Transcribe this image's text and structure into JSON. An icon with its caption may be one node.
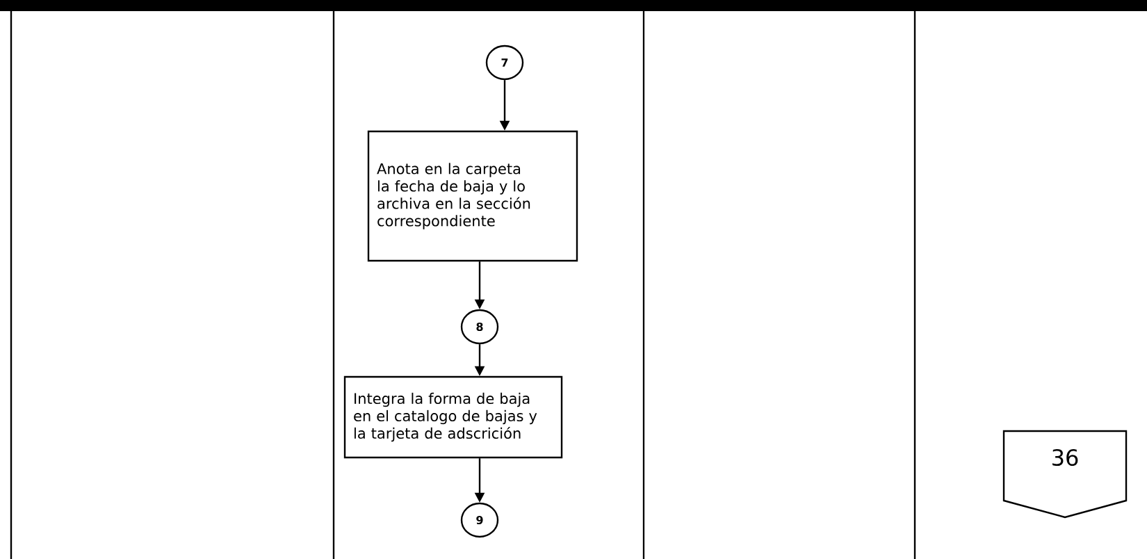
{
  "diagram": {
    "nodes": [
      {
        "text": [
          "7"
        ]
      },
      {
        "text": [
          "Anota en la carpeta la fecha de baja y lo archiva en la sección correspondiente"
        ]
      },
      {
        "text": [
          "8"
        ]
      },
      {
        "text": [
          "Integra la forma de baja en el catalogo de bajas y la tarjeta de adscrición"
        ]
      },
      {
        "text": [
          "9"
        ]
      },
      {
        "text": [
          "36"
        ]
      }
    ],
    "edges": [
      {
        "from": 0,
        "to": 1,
        "arrow": "to"
      },
      {
        "from": 1,
        "to": 2,
        "arrow": "to"
      },
      {
        "from": 2,
        "to": 3,
        "arrow": "to"
      },
      {
        "from": 3,
        "to": 4,
        "arrow": "to"
      }
    ]
  }
}
